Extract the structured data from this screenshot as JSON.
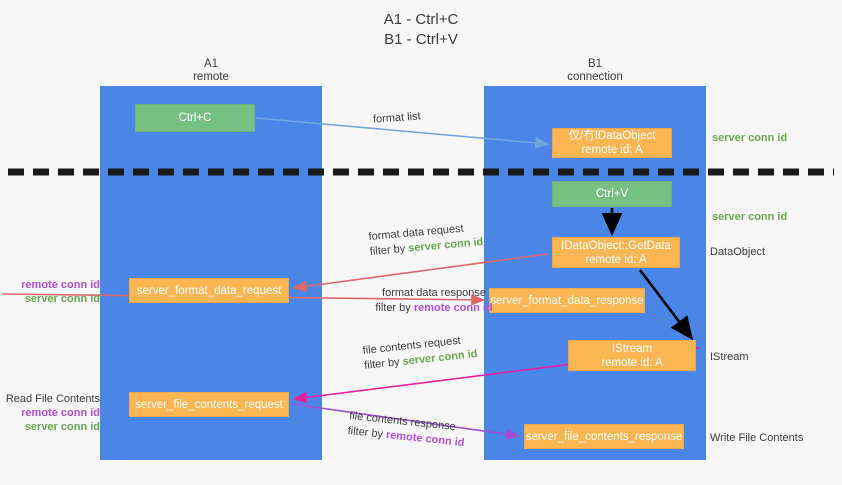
{
  "title": {
    "line1": "A1 - Ctrl+C",
    "line2": "B1 - Ctrl+V"
  },
  "lanes": [
    {
      "name": "A1",
      "sub": "remote",
      "color": "#4a86e8"
    },
    {
      "name": "B1",
      "sub": "connection",
      "color": "#4a86e8"
    }
  ],
  "colors": {
    "lane": "#4a86e8",
    "green_box": "#77c083",
    "orange_box": "#fbb552",
    "server_conn": "#6aa84f",
    "remote_conn": "#b14fd8",
    "text": "#3c3c3c",
    "arrow_blue": "#6fa8dc",
    "arrow_red": "#e06666",
    "arrow_pink": "#e91ea0",
    "arrow_purple": "#a64dd8",
    "arrow_black": "#000000",
    "background": "#f7f7f7"
  },
  "boxes": {
    "ctrl_c": {
      "label": "Ctrl+C",
      "kind": "green"
    },
    "idataobject": {
      "line1": "仅/冇IDataObject",
      "line2": "remote id: A",
      "kind": "orange"
    },
    "ctrl_v": {
      "label": "Ctrl+V",
      "kind": "green"
    },
    "getdata": {
      "line1": "IDataObject::GetData",
      "line2": "remote id: A",
      "kind": "orange"
    },
    "server_format_data_request": {
      "label": "server_format_data_request",
      "kind": "orange"
    },
    "server_format_data_response": {
      "label": "server_format_data_response",
      "kind": "orange"
    },
    "istream": {
      "line1": "IStream",
      "line2": "remote id: A",
      "kind": "orange"
    },
    "server_file_contents_request": {
      "label": "server_file_contents_request",
      "kind": "orange"
    },
    "server_file_contents_response": {
      "label": "server_file_contents_response",
      "kind": "orange"
    }
  },
  "flows": {
    "format_list": {
      "label": "format list"
    },
    "format_data_request": {
      "label": "format data request",
      "filter_prefix": "filter by ",
      "filter_value": "server conn id"
    },
    "format_data_response": {
      "label": "format data response",
      "filter_prefix": "filter by ",
      "filter_value": "remote conn id"
    },
    "file_contents_request": {
      "label": "file contents request",
      "filter_prefix": "filter by ",
      "filter_value": "server conn id"
    },
    "file_contents_response": {
      "label": "file contents response",
      "filter_prefix": "filter by ",
      "filter_value": "remote conn id"
    }
  },
  "right_labels": {
    "server_conn_id_1": "server conn id",
    "server_conn_id_2": "server conn id",
    "dataobject": "DataObject",
    "istream": "IStream",
    "write_file_contents": "Write File Contents"
  },
  "left_labels": {
    "remote_conn_id_1": "remote conn id",
    "server_conn_id_1": "server conn id",
    "read_file_contents": "Read File Contents",
    "remote_conn_id_2": "remote conn id",
    "server_conn_id_2": "server conn id"
  }
}
